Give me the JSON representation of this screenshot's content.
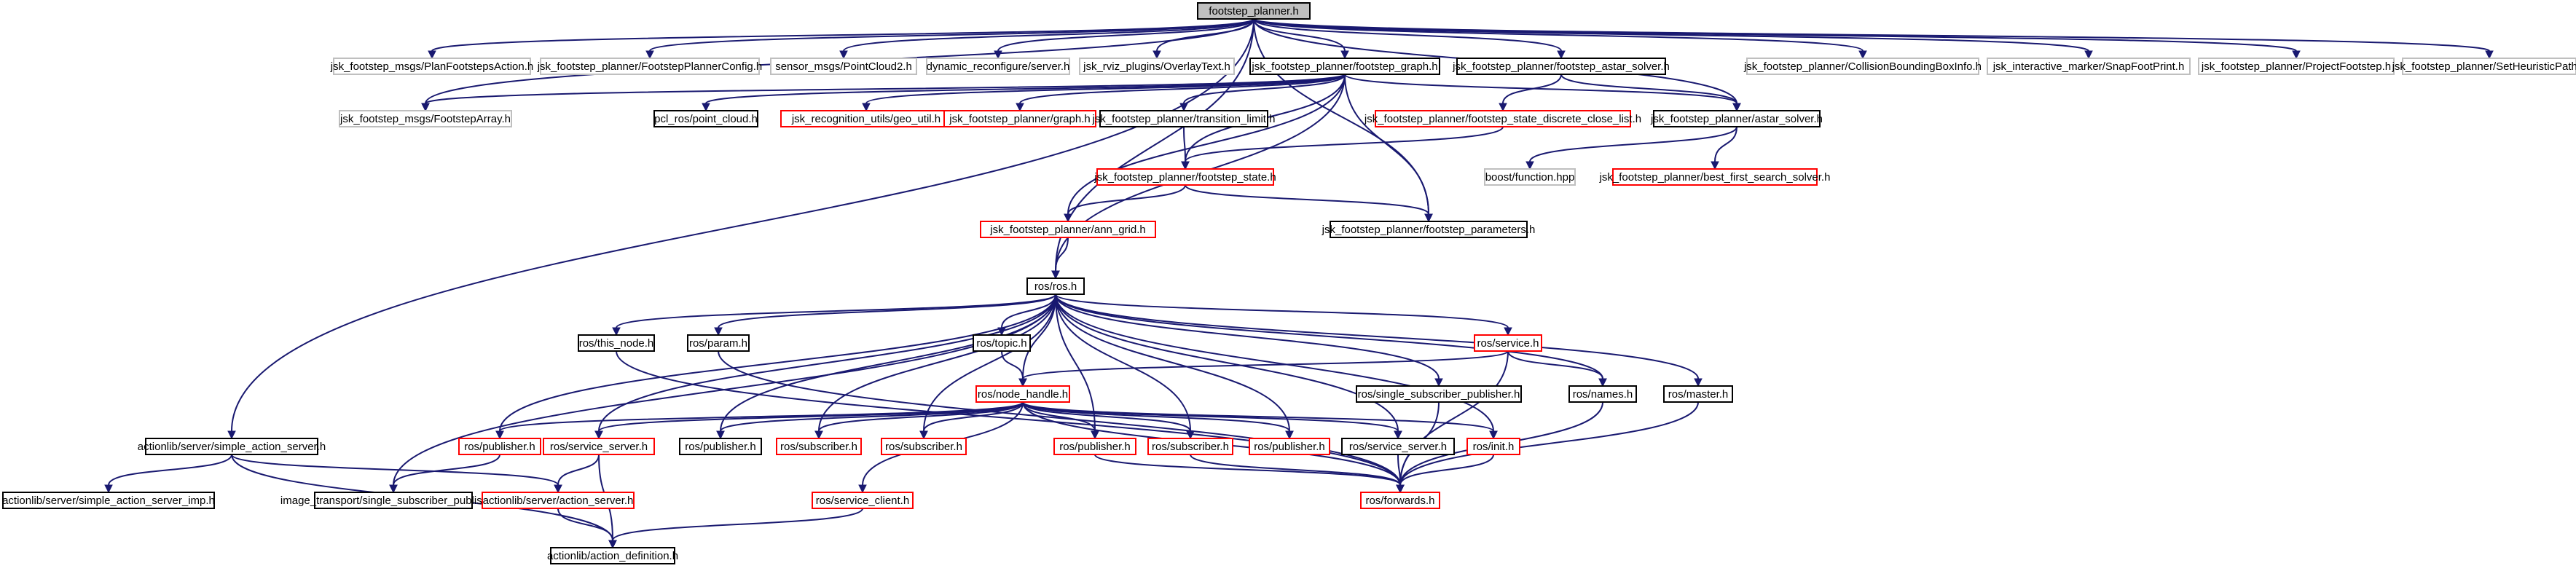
{
  "diagram": {
    "title": "footstep_planner.h",
    "colors": {
      "edge": "#191970",
      "black_border": "#000000",
      "gray_border": "#bfbfbf",
      "red_border": "#ff0000",
      "root_fill": "#bfbfbf"
    },
    "nodes": {
      "root": {
        "label": "footstep_planner.h",
        "style": "root"
      },
      "planaction": {
        "label": "jsk_footstep_msgs/PlanFootstepsAction.h",
        "style": "gray"
      },
      "plannerconfig": {
        "label": "jsk_footstep_planner/FootstepPlannerConfig.h",
        "style": "gray"
      },
      "pointcloud2": {
        "label": "sensor_msgs/PointCloud2.h",
        "style": "gray"
      },
      "dynserver": {
        "label": "dynamic_reconfigure/server.h",
        "style": "gray"
      },
      "overlaytext": {
        "label": "jsk_rviz_plugins/OverlayText.h",
        "style": "gray"
      },
      "graph": {
        "label": "jsk_footstep_planner/footstep_graph.h",
        "style": "black"
      },
      "astarsolver_fs": {
        "label": "jsk_footstep_planner/footstep_astar_solver.h",
        "style": "black"
      },
      "collision": {
        "label": "jsk_footstep_planner/CollisionBoundingBoxInfo.h",
        "style": "gray"
      },
      "snap": {
        "label": "jsk_interactive_marker/SnapFootPrint.h",
        "style": "gray"
      },
      "project": {
        "label": "jsk_footstep_planner/ProjectFootstep.h",
        "style": "gray"
      },
      "heuristic": {
        "label": "jsk_footstep_planner/SetHeuristicPath.h",
        "style": "gray"
      },
      "footsteparray": {
        "label": "jsk_footstep_msgs/FootstepArray.h",
        "style": "gray"
      },
      "pclpoint": {
        "label": "pcl_ros/point_cloud.h",
        "style": "black"
      },
      "geoutil": {
        "label": "jsk_recognition_utils/geo_util.h",
        "style": "red"
      },
      "graphh": {
        "label": "jsk_footstep_planner/graph.h",
        "style": "red"
      },
      "transition": {
        "label": "jsk_footstep_planner/transition_limit.h",
        "style": "black"
      },
      "closelist": {
        "label": "jsk_footstep_planner/footstep_state_discrete_close_list.h",
        "style": "red"
      },
      "astarsolver": {
        "label": "jsk_footstep_planner/astar_solver.h",
        "style": "black"
      },
      "footstepstate": {
        "label": "jsk_footstep_planner/footstep_state.h",
        "style": "red"
      },
      "boostfn": {
        "label": "boost/function.hpp",
        "style": "gray"
      },
      "bestfirst": {
        "label": "jsk_footstep_planner/best_first_search_solver.h",
        "style": "red"
      },
      "anngrid": {
        "label": "jsk_footstep_planner/ann_grid.h",
        "style": "red"
      },
      "params": {
        "label": "jsk_footstep_planner/footstep_parameters.h",
        "style": "black"
      },
      "rosh": {
        "label": "ros/ros.h",
        "style": "black"
      },
      "thisnode": {
        "label": "ros/this_node.h",
        "style": "black"
      },
      "param": {
        "label": "ros/param.h",
        "style": "black"
      },
      "topic": {
        "label": "ros/topic.h",
        "style": "black"
      },
      "serviceh": {
        "label": "ros/service.h",
        "style": "red"
      },
      "nodehandle": {
        "label": "ros/node_handle.h",
        "style": "red"
      },
      "ssp": {
        "label": "ros/single_subscriber_publisher.h",
        "style": "black"
      },
      "names": {
        "label": "ros/names.h",
        "style": "black"
      },
      "master": {
        "label": "ros/master.h",
        "style": "black"
      },
      "sas": {
        "label": "actionlib/server/simple_action_server.h",
        "style": "black"
      },
      "pub1": {
        "label": "ros/publisher.h",
        "style": "red"
      },
      "srvserver1": {
        "label": "ros/service_server.h",
        "style": "red"
      },
      "pub2": {
        "label": "ros/publisher.h",
        "style": "black"
      },
      "sub1": {
        "label": "ros/subscriber.h",
        "style": "red"
      },
      "sub2": {
        "label": "ros/subscriber.h",
        "style": "red"
      },
      "pub3": {
        "label": "ros/publisher.h",
        "style": "red"
      },
      "sub3": {
        "label": "ros/subscriber.h",
        "style": "red"
      },
      "pub4": {
        "label": "ros/publisher.h",
        "style": "red"
      },
      "srvserver2": {
        "label": "ros/service_server.h",
        "style": "black"
      },
      "init": {
        "label": "ros/init.h",
        "style": "red"
      },
      "sasimp": {
        "label": "actionlib/server/simple_action_server_imp.h",
        "style": "black"
      },
      "imgssp": {
        "label": "image_transport/single_subscriber_publisher.h",
        "style": "black"
      },
      "actionserver": {
        "label": "actionlib/server/action_server.h",
        "style": "red"
      },
      "forwards": {
        "label": "ros/forwards.h",
        "style": "red"
      },
      "srvclient": {
        "label": "ros/service_client.h",
        "style": "red"
      },
      "actiondef": {
        "label": "actionlib/action_definition.h",
        "style": "black"
      }
    },
    "edges": [
      [
        "root",
        "planaction"
      ],
      [
        "root",
        "plannerconfig"
      ],
      [
        "root",
        "pointcloud2"
      ],
      [
        "root",
        "dynserver"
      ],
      [
        "root",
        "overlaytext"
      ],
      [
        "root",
        "graph"
      ],
      [
        "root",
        "astarsolver_fs"
      ],
      [
        "root",
        "collision"
      ],
      [
        "root",
        "snap"
      ],
      [
        "root",
        "project"
      ],
      [
        "root",
        "heuristic"
      ],
      [
        "root",
        "footsteparray"
      ],
      [
        "root",
        "astarsolver"
      ],
      [
        "root",
        "params"
      ],
      [
        "root",
        "rosh"
      ],
      [
        "root",
        "sas"
      ],
      [
        "graph",
        "footsteparray"
      ],
      [
        "graph",
        "pclpoint"
      ],
      [
        "graph",
        "geoutil"
      ],
      [
        "graph",
        "graphh"
      ],
      [
        "graph",
        "transition"
      ],
      [
        "graph",
        "astarsolver"
      ],
      [
        "graph",
        "footstepstate"
      ],
      [
        "graph",
        "anngrid"
      ],
      [
        "graph",
        "params"
      ],
      [
        "graph",
        "rosh"
      ],
      [
        "astarsolver_fs",
        "closelist"
      ],
      [
        "astarsolver_fs",
        "astarsolver"
      ],
      [
        "transition",
        "footstepstate"
      ],
      [
        "closelist",
        "footstepstate"
      ],
      [
        "astarsolver",
        "boostfn"
      ],
      [
        "astarsolver",
        "bestfirst"
      ],
      [
        "footstepstate",
        "anngrid"
      ],
      [
        "footstepstate",
        "params"
      ],
      [
        "anngrid",
        "rosh"
      ],
      [
        "rosh",
        "thisnode"
      ],
      [
        "rosh",
        "param"
      ],
      [
        "rosh",
        "topic"
      ],
      [
        "rosh",
        "serviceh"
      ],
      [
        "rosh",
        "nodehandle"
      ],
      [
        "rosh",
        "ssp"
      ],
      [
        "rosh",
        "names"
      ],
      [
        "rosh",
        "master"
      ],
      [
        "rosh",
        "pub1"
      ],
      [
        "rosh",
        "srvserver1"
      ],
      [
        "rosh",
        "pub2"
      ],
      [
        "rosh",
        "sub1"
      ],
      [
        "rosh",
        "sub2"
      ],
      [
        "rosh",
        "pub3"
      ],
      [
        "rosh",
        "sub3"
      ],
      [
        "rosh",
        "pub4"
      ],
      [
        "rosh",
        "srvserver2"
      ],
      [
        "rosh",
        "init"
      ],
      [
        "rosh",
        "imgssp"
      ],
      [
        "thisnode",
        "forwards"
      ],
      [
        "param",
        "forwards"
      ],
      [
        "topic",
        "nodehandle"
      ],
      [
        "serviceh",
        "nodehandle"
      ],
      [
        "serviceh",
        "names"
      ],
      [
        "serviceh",
        "forwards"
      ],
      [
        "nodehandle",
        "pub1"
      ],
      [
        "nodehandle",
        "srvserver1"
      ],
      [
        "nodehandle",
        "pub2"
      ],
      [
        "nodehandle",
        "sub1"
      ],
      [
        "nodehandle",
        "sub2"
      ],
      [
        "nodehandle",
        "pub3"
      ],
      [
        "nodehandle",
        "sub3"
      ],
      [
        "nodehandle",
        "pub4"
      ],
      [
        "nodehandle",
        "srvserver2"
      ],
      [
        "nodehandle",
        "init"
      ],
      [
        "nodehandle",
        "srvclient"
      ],
      [
        "nodehandle",
        "forwards"
      ],
      [
        "ssp",
        "forwards"
      ],
      [
        "names",
        "forwards"
      ],
      [
        "master",
        "forwards"
      ],
      [
        "sas",
        "sasimp"
      ],
      [
        "sas",
        "actionserver"
      ],
      [
        "sas",
        "actiondef"
      ],
      [
        "pub1",
        "imgssp"
      ],
      [
        "srvserver1",
        "actionserver"
      ],
      [
        "srvserver1",
        "actiondef"
      ],
      [
        "actionserver",
        "actiondef"
      ],
      [
        "pub3",
        "forwards"
      ],
      [
        "sub3",
        "forwards"
      ],
      [
        "srvserver2",
        "forwards"
      ],
      [
        "init",
        "forwards"
      ],
      [
        "srvclient",
        "actiondef"
      ]
    ]
  }
}
